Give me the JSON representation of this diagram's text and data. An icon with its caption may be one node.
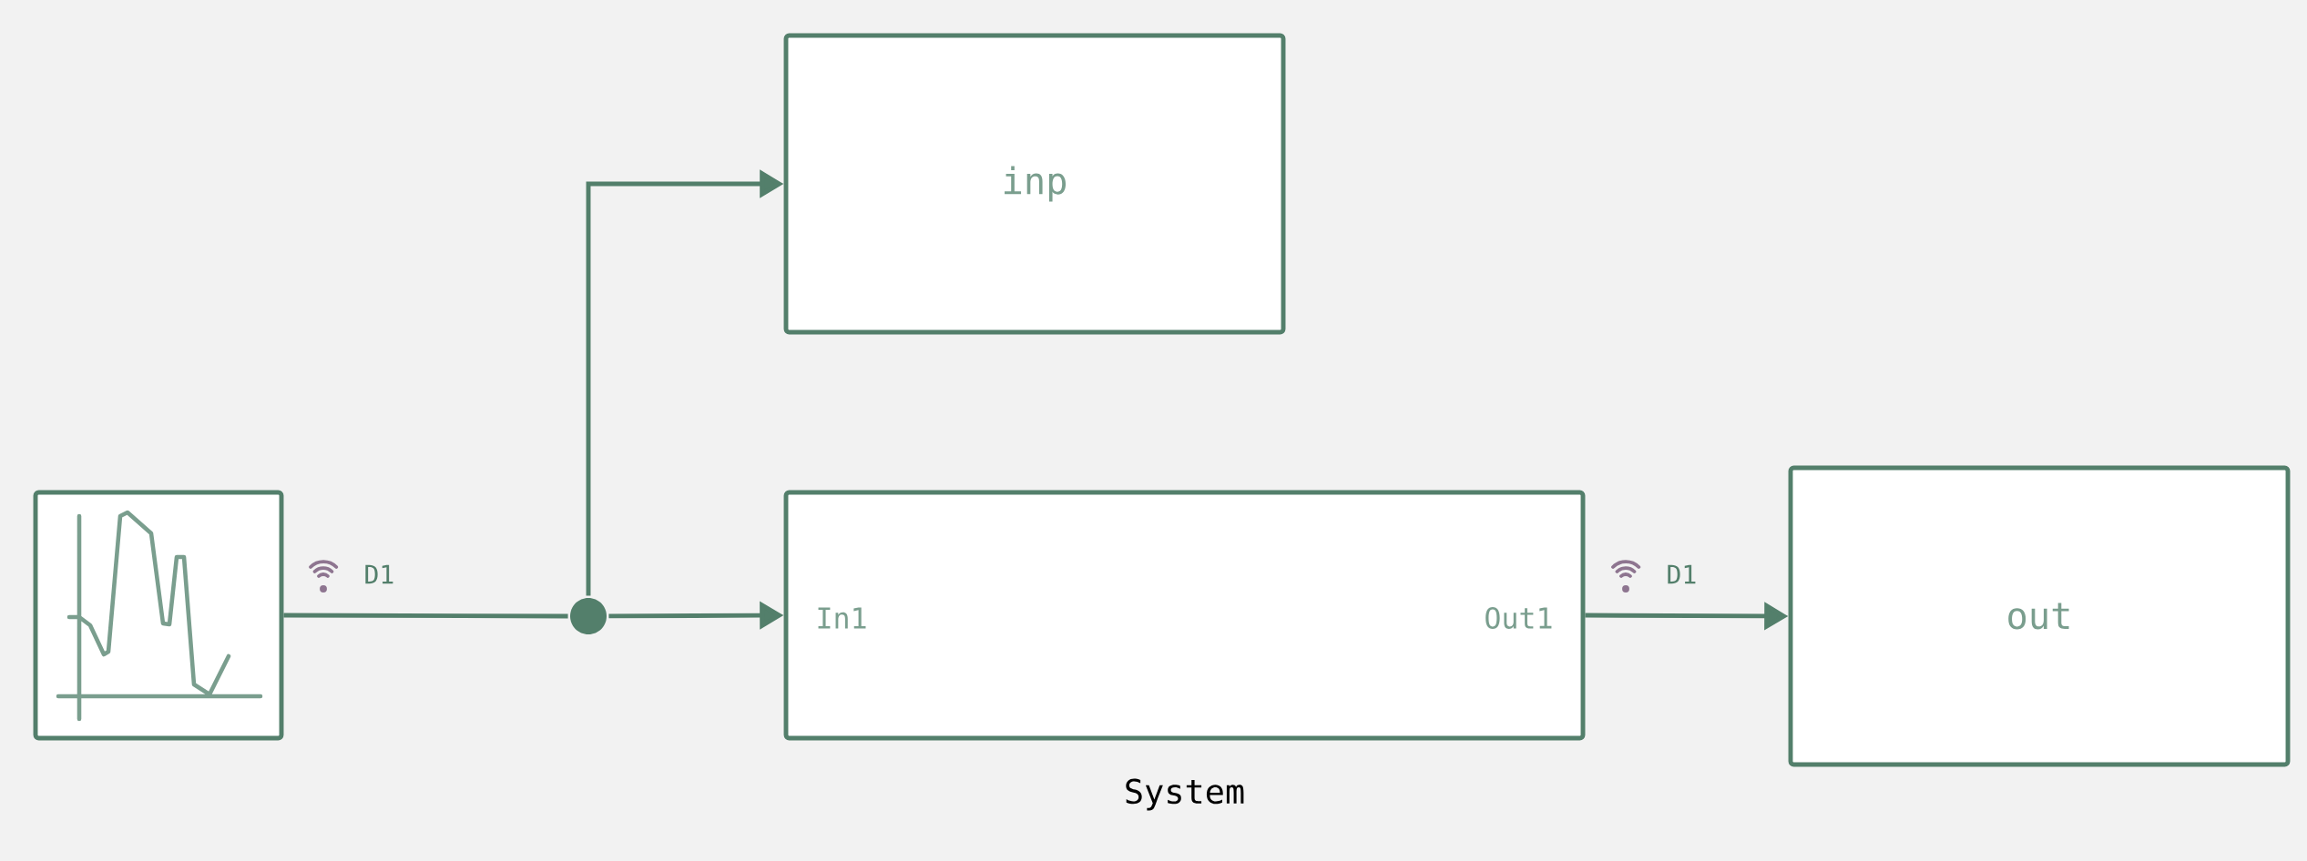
{
  "diagram": {
    "nodes": [
      {
        "text": [],
        "shape": "picture"
      },
      {
        "text": [
          "inp"
        ]
      },
      {
        "text": [
          "In1",
          "Out1"
        ],
        "beside": [
          "System"
        ]
      },
      {
        "text": [
          "out"
        ]
      },
      {
        "text": [],
        "shape": "circle"
      }
    ],
    "edges": [
      {
        "from": 0,
        "to": 4,
        "arrow": "none",
        "label": "D1"
      },
      {
        "from": 4,
        "to": 1,
        "arrow": "to"
      },
      {
        "from": 4,
        "to": 2,
        "arrow": "to"
      },
      {
        "from": 2,
        "to": 3,
        "arrow": "to",
        "label": "D1"
      }
    ]
  }
}
